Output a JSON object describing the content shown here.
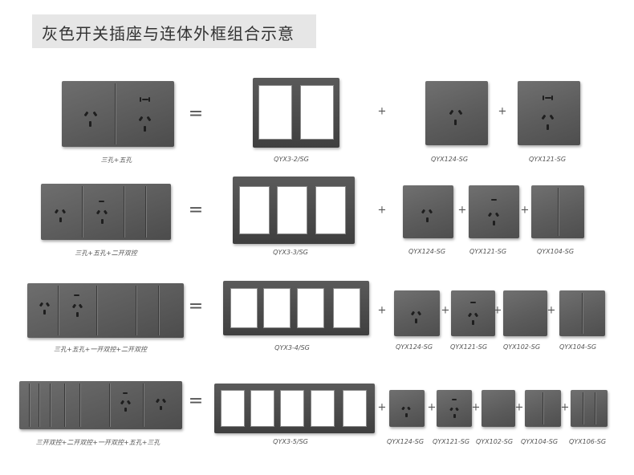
{
  "title": "灰色开关插座与连体外框组合示意",
  "rows": [
    {
      "assembly_label": "三孔+五孔",
      "equals": "=",
      "frame_label": "QYX3-2/SG",
      "parts": [
        "QYX124-SG",
        "QYX121-SG"
      ],
      "plus": "+"
    },
    {
      "assembly_label": "三孔+五孔+二开双控",
      "equals": "=",
      "frame_label": "QYX3-3/SG",
      "parts": [
        "QYX124-SG",
        "QYX121-SG",
        "QYX104-SG"
      ],
      "plus": "+"
    },
    {
      "assembly_label": "三孔+五孔+一开双控+二开双控",
      "equals": "=",
      "frame_label": "QYX3-4/SG",
      "parts": [
        "QYX124-SG",
        "QYX121-SG",
        "QYX102-SG",
        "QYX104-SG"
      ],
      "plus": "+"
    },
    {
      "assembly_label": "三开双控+二开双控+一开双控+五孔+三孔",
      "equals": "=",
      "frame_label": "QYX3-5/SG",
      "parts": [
        "QYX124-SG",
        "QYX121-SG",
        "QYX102-SG",
        "QYX104-SG",
        "QYX106-SG"
      ],
      "plus": "+"
    }
  ],
  "colors": {
    "panel": "#5e5e5e",
    "title_bg": "#e6e6e6",
    "text": "#333333"
  }
}
